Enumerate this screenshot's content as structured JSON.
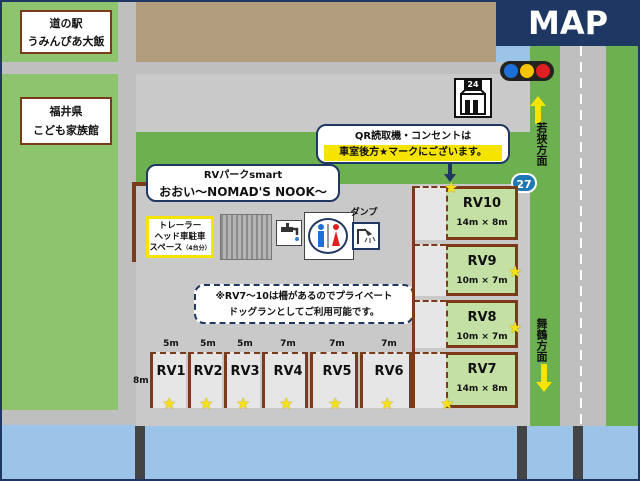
{
  "title": "MAP",
  "buildings": {
    "station": [
      "道の駅",
      "うみんぴあ大飯"
    ],
    "museum": [
      "福井県",
      "こども家族館"
    ]
  },
  "store_24h": "24",
  "road": {
    "route_number": "27",
    "to_north": "若狭方面",
    "to_south": "舞鶴方面"
  },
  "info": {
    "qr_line1": "QR読取機・コンセントは",
    "qr_line2": "車室後方★マークにございます。",
    "park_line1": "RVパークsmart",
    "park_line2": "おおい〜NOMAD'S NOOK〜",
    "dog_line1": "※RV7〜10は柵があるのでプライベート",
    "dog_line2": "ドッグランとしてご利用可能です。"
  },
  "trailer": [
    "トレーラー",
    "ヘッド車駐車",
    "スペース"
  ],
  "trailer_note": "（4台分）",
  "dump_label": "ダンプ",
  "icons": {
    "tap": "water-tap-icon",
    "toilet": "toilet-icon",
    "dump": "shower-dump-icon",
    "store": "convenience-store-icon",
    "signal": "traffic-signal-icon"
  },
  "colors": {
    "navy": "#1f3763",
    "grass": "#6db050",
    "lot": "#c9c9c9",
    "water": "#9cc4e8",
    "star": "#f7e01a",
    "fence": "#7b3a1a"
  },
  "spots_bottom": [
    {
      "name": "RV1",
      "width": "5m"
    },
    {
      "name": "RV2",
      "width": "5m"
    },
    {
      "name": "RV3",
      "width": "5m"
    },
    {
      "name": "RV4",
      "width": "7m"
    },
    {
      "name": "RV5",
      "width": "7m"
    },
    {
      "name": "RV6",
      "width": "7m"
    }
  ],
  "spot_depth": "8m",
  "spots_side": [
    {
      "name": "RV10",
      "size": "14m × 8m"
    },
    {
      "name": "RV9",
      "size": "10m × 7m"
    },
    {
      "name": "RV8",
      "size": "10m × 7m"
    },
    {
      "name": "RV7",
      "size": "14m × 8m"
    }
  ]
}
